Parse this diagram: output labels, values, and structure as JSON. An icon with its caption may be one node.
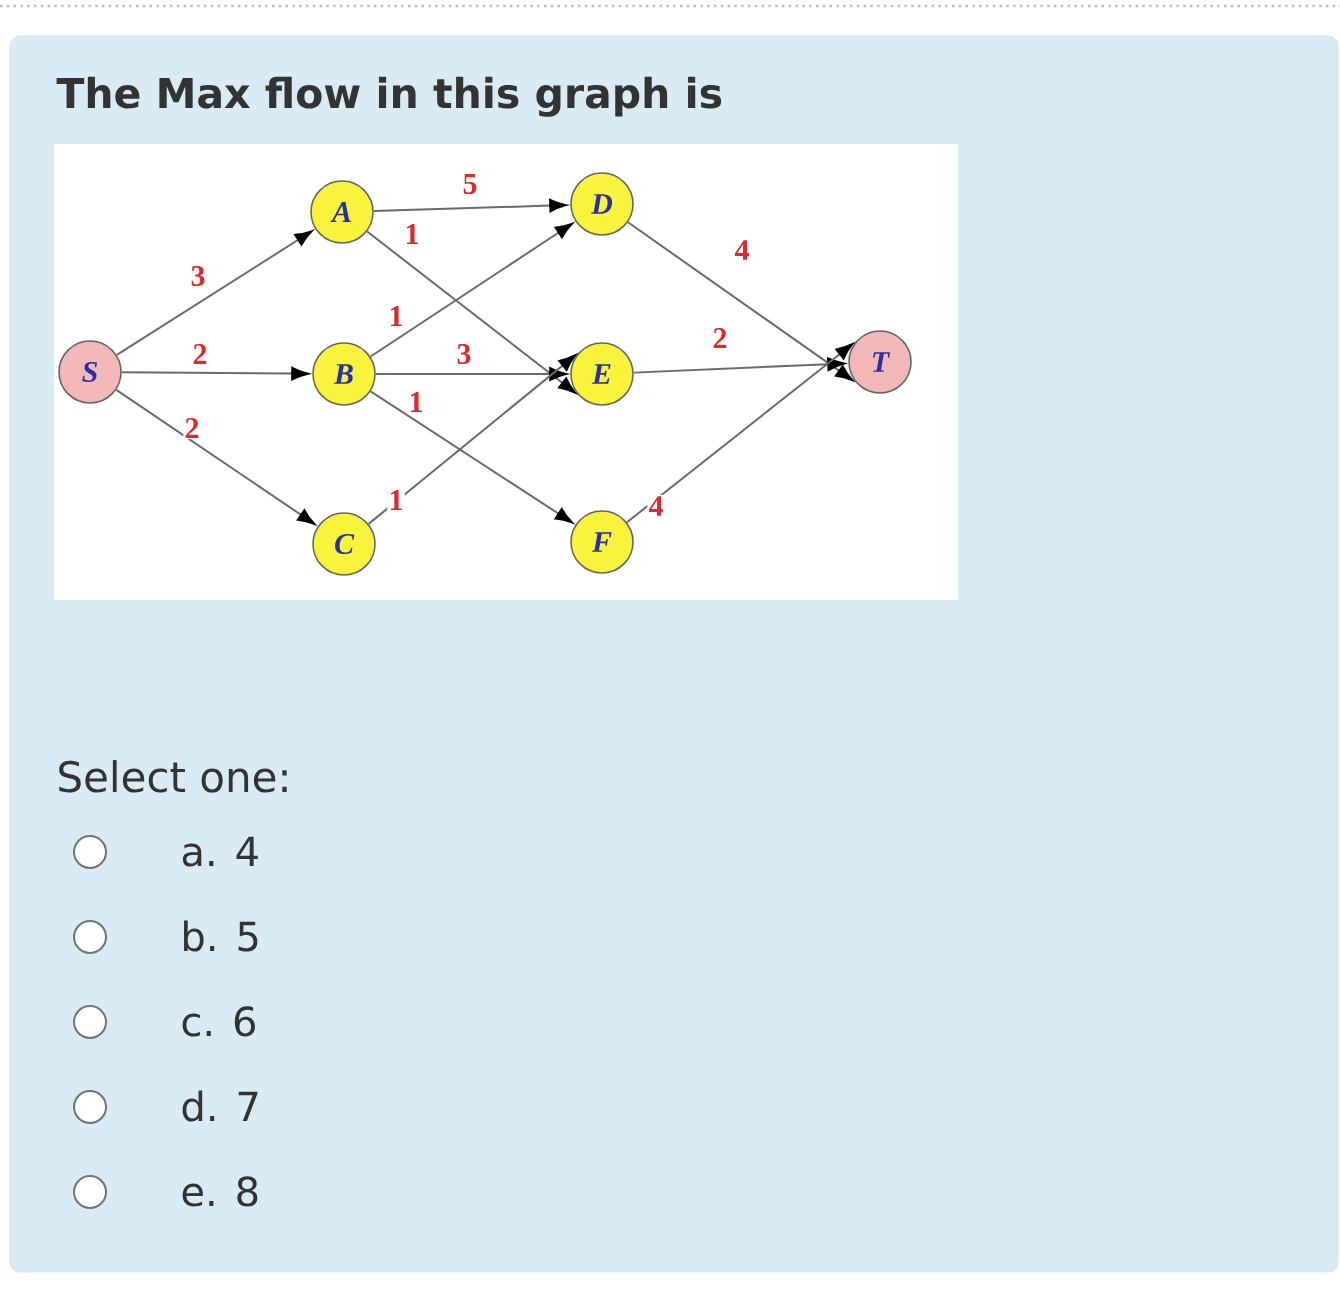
{
  "diagram": {
    "title": "The Max flow in this graph is",
    "nodes": [
      {
        "text": [
          "S"
        ]
      },
      {
        "text": [
          "A"
        ]
      },
      {
        "text": [
          "B"
        ]
      },
      {
        "text": [
          "C"
        ]
      },
      {
        "text": [
          "D"
        ]
      },
      {
        "text": [
          "E"
        ]
      },
      {
        "text": [
          "F"
        ]
      },
      {
        "text": [
          "T"
        ]
      }
    ],
    "edges": [
      {
        "from": 0,
        "to": 1,
        "arrow": "to",
        "label": "3"
      },
      {
        "from": 0,
        "to": 2,
        "arrow": "to",
        "label": "2"
      },
      {
        "from": 0,
        "to": 3,
        "arrow": "to",
        "label": "2"
      },
      {
        "from": 1,
        "to": 4,
        "arrow": "to",
        "label": "5"
      },
      {
        "from": 1,
        "to": 5,
        "arrow": "to",
        "label": "1"
      },
      {
        "from": 2,
        "to": 4,
        "arrow": "to",
        "label": "1"
      },
      {
        "from": 2,
        "to": 5,
        "arrow": "to",
        "label": "3"
      },
      {
        "from": 2,
        "to": 6,
        "arrow": "to",
        "label": "1"
      },
      {
        "from": 3,
        "to": 5,
        "arrow": "to",
        "label": "1"
      },
      {
        "from": 4,
        "to": 7,
        "arrow": "to",
        "label": "4"
      },
      {
        "from": 5,
        "to": 7,
        "arrow": "to",
        "label": "2"
      },
      {
        "from": 6,
        "to": 7,
        "arrow": "to",
        "label": "4"
      }
    ],
    "labels": [
      "Select one:",
      "a. 4",
      "b. 5",
      "c. 6",
      "d. 7",
      "e. 8"
    ]
  }
}
